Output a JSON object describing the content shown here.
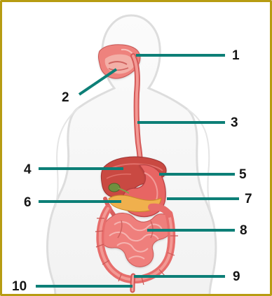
{
  "diagram": {
    "labels": [
      "1",
      "2",
      "3",
      "4",
      "5",
      "6",
      "7",
      "8",
      "9",
      "10"
    ],
    "colors": {
      "frame": "#b79c12",
      "leader_line": "#0d7f77",
      "body_outline": "#d9d9d9",
      "body_fill": "#f7f7f7",
      "organ_main": "#e76564",
      "organ_light": "#f29a97",
      "organ_dark": "#b83d40",
      "liver": "#c94a42",
      "gallbladder": "#6f8f3f",
      "intestine": "#ec7b78"
    },
    "icons": {
      "figure": "human-silhouette-icon",
      "mouth": "mouth-icon",
      "esophagus": "esophagus-icon",
      "liver": "liver-icon",
      "stomach": "stomach-icon",
      "gallbladder": "gallbladder-icon",
      "pancreas": "pancreas-icon",
      "small_intestine": "small-intestine-icon",
      "large_intestine": "large-intestine-icon",
      "rectum": "rectum-icon"
    }
  }
}
